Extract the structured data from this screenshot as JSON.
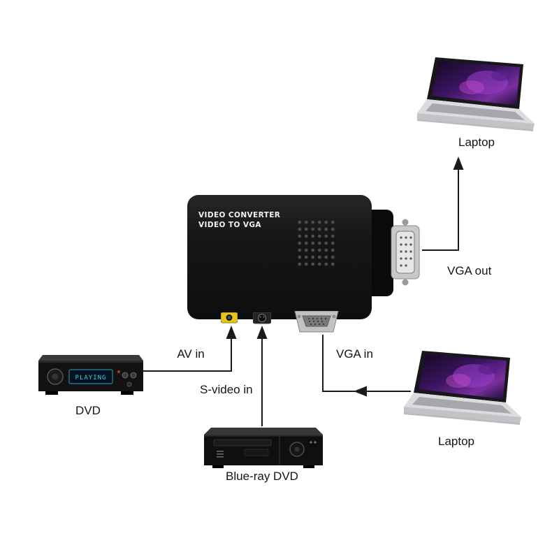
{
  "converter": {
    "label_line1": "VIDEO CONVERTER",
    "label_line2": "VIDEO TO VGA"
  },
  "devices": {
    "laptop_top_label": "Laptop",
    "laptop_bottom_label": "Laptop",
    "dvd_label": "DVD",
    "bluray_label": "Blue-ray DVD",
    "dvd_display_text": "PLAYING"
  },
  "connections": {
    "vga_out": "VGA out",
    "vga_in": "VGA in",
    "av_in": "AV in",
    "s_video_in": "S-video in"
  },
  "colors": {
    "background": "#ffffff",
    "line": "#1a1a1a",
    "converter_body": "#141414",
    "rca_yellow": "#e6c51a",
    "vga_metal": "#c9c9c9",
    "dvd_display_text_color": "#41c9e8"
  }
}
